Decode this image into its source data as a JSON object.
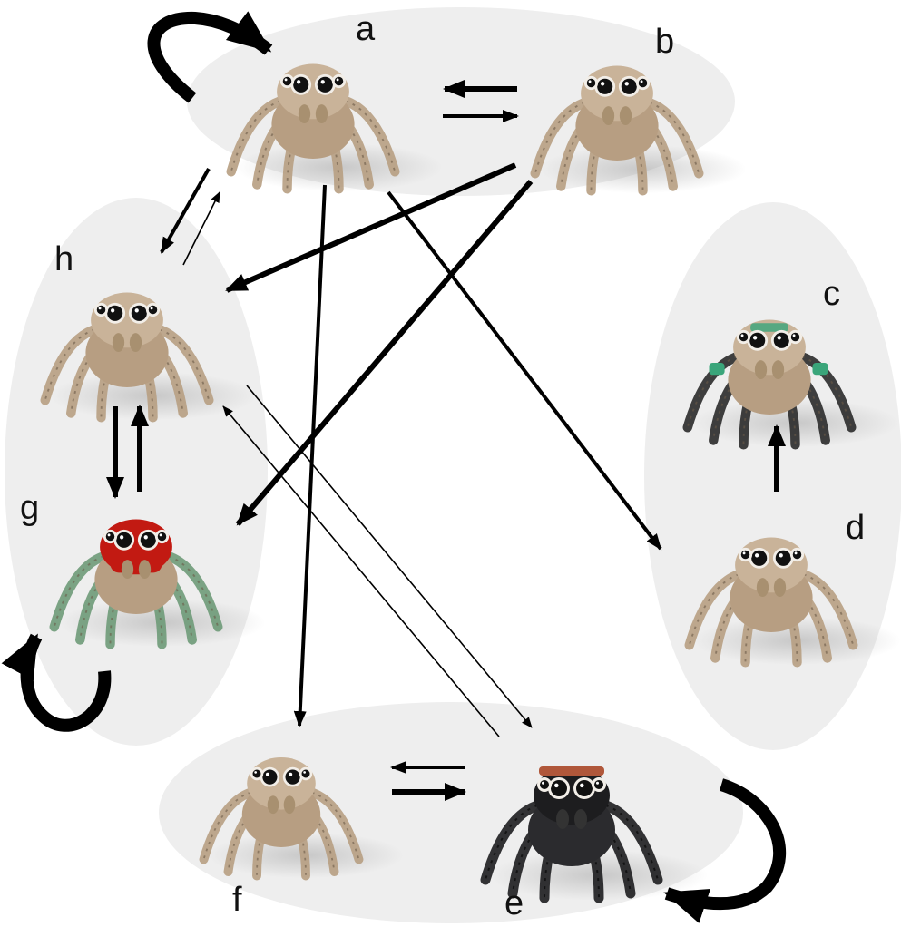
{
  "nodes": [
    {
      "id": "a",
      "label": "a"
    },
    {
      "id": "b",
      "label": "b"
    },
    {
      "id": "c",
      "label": "c"
    },
    {
      "id": "d",
      "label": "d"
    },
    {
      "id": "e",
      "label": "e"
    },
    {
      "id": "f",
      "label": "f"
    },
    {
      "id": "g",
      "label": "g"
    },
    {
      "id": "h",
      "label": "h"
    }
  ],
  "groups": [
    {
      "id": "ab",
      "members": [
        "a",
        "b"
      ]
    },
    {
      "id": "cd",
      "members": [
        "c",
        "d"
      ]
    },
    {
      "id": "ef",
      "members": [
        "e",
        "f"
      ]
    },
    {
      "id": "gh",
      "members": [
        "g",
        "h"
      ]
    }
  ],
  "edges": [
    {
      "from": "a",
      "to": "a",
      "weight": "heavy"
    },
    {
      "from": "b",
      "to": "a",
      "weight": "medium"
    },
    {
      "from": "a",
      "to": "b",
      "weight": "light"
    },
    {
      "from": "a",
      "to": "h",
      "weight": "light"
    },
    {
      "from": "h",
      "to": "a",
      "weight": "thin"
    },
    {
      "from": "a",
      "to": "f",
      "weight": "light"
    },
    {
      "from": "a",
      "to": "d",
      "weight": "light"
    },
    {
      "from": "b",
      "to": "h",
      "weight": "medium"
    },
    {
      "from": "b",
      "to": "g",
      "weight": "medium"
    },
    {
      "from": "h",
      "to": "g",
      "weight": "medium"
    },
    {
      "from": "g",
      "to": "h",
      "weight": "medium"
    },
    {
      "from": "g",
      "to": "g",
      "weight": "heavy"
    },
    {
      "from": "h",
      "to": "e",
      "weight": "thin"
    },
    {
      "from": "e",
      "to": "h",
      "weight": "thin"
    },
    {
      "from": "d",
      "to": "c",
      "weight": "medium"
    },
    {
      "from": "e",
      "to": "f",
      "weight": "light"
    },
    {
      "from": "f",
      "to": "e",
      "weight": "medium"
    },
    {
      "from": "e",
      "to": "e",
      "weight": "heavy"
    }
  ],
  "colors": {
    "group_fill": "#eeeeee",
    "arrow": "#000000",
    "spider_body_default": "#b79e82",
    "spider_g_face": "#c21a12",
    "spider_g_legs": "#6e9a78",
    "spider_c_accent": "#3aa57a",
    "spider_e_body": "#1d1d1f"
  }
}
